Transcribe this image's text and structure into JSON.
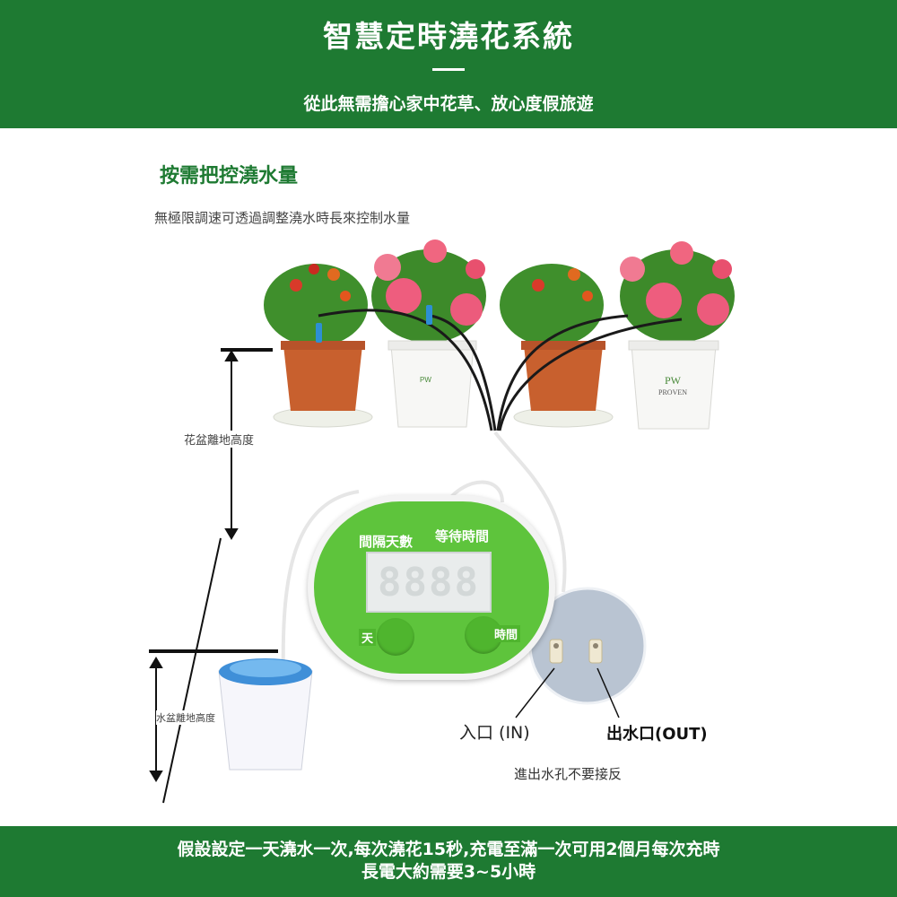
{
  "header": {
    "title": "智慧定時澆花系統",
    "subtitle": "從此無需擔心家中花草、放心度假旅遊"
  },
  "section": {
    "title": "按需把控澆水量",
    "description": "無極限調速可透過調整澆水時長來控制水量"
  },
  "diagram": {
    "pot_height_label": "花盆離地高度",
    "tank_height_label": "水盆離地高度"
  },
  "pots": {
    "white_pot_text_1": "PW",
    "white_pot_text_2": "PW",
    "white_pot_text_2b": "PROVEN"
  },
  "device": {
    "label_interval_days": "間隔天數",
    "label_wait_time": "等待時間",
    "display": "8888",
    "button_day": "天",
    "button_time": "時間"
  },
  "ports": {
    "inlet_label": "入口 (IN)",
    "outlet_label": "出水口(OUT)",
    "note": "進出水孔不要接反"
  },
  "footer": {
    "line1": "假設設定一天澆水一次,每次澆花15秒,充電至滿一次可用2個月每次充時",
    "line2": "長電大約需要3~5小時"
  },
  "colors": {
    "brand_green": "#1e7a32",
    "device_green": "#5ec43c"
  }
}
